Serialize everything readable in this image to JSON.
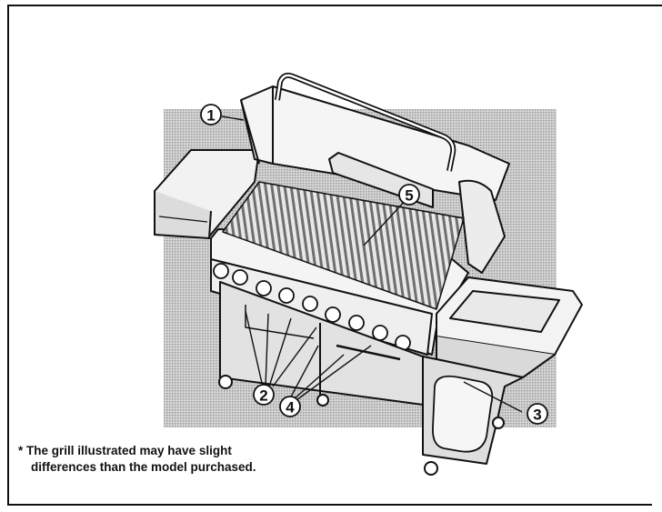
{
  "callouts": [
    {
      "id": "1",
      "label": "1"
    },
    {
      "id": "2",
      "label": "2"
    },
    {
      "id": "3",
      "label": "3"
    },
    {
      "id": "4",
      "label": "4"
    },
    {
      "id": "5",
      "label": "5"
    }
  ],
  "footnote": {
    "line1": "* The grill illustrated may have slight",
    "line2": "differences than the model purchased."
  }
}
